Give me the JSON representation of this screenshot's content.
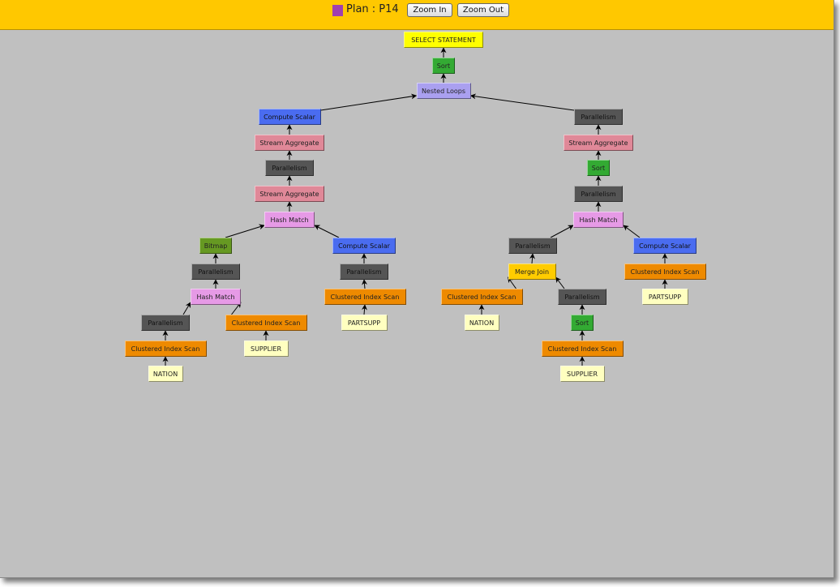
{
  "header": {
    "plan_label": "Plan : P14",
    "zoom_in": "Zoom In",
    "zoom_out": "Zoom Out",
    "plan_color": "#a040b0"
  },
  "colors": {
    "select": "#ffff00",
    "sort": "#33aa33",
    "nested": "#aaa0f0",
    "compute": "#4a6cf0",
    "stream": "#e08898",
    "parallel": "#555555",
    "hash": "#e69ae6",
    "bitmap": "#669922",
    "scan": "#ee8a00",
    "table": "#ffffc0",
    "merge": "#ffcc00"
  },
  "nodes": [
    {
      "id": "n0",
      "label": "SELECT STATEMENT",
      "kind": "select",
      "parent": null
    },
    {
      "id": "n1",
      "label": "Sort",
      "kind": "sort",
      "parent": "n0"
    },
    {
      "id": "n2",
      "label": "Nested Loops",
      "kind": "nested",
      "parent": "n1"
    },
    {
      "id": "n3",
      "label": "Compute Scalar",
      "kind": "compute",
      "parent": "n2"
    },
    {
      "id": "n4",
      "label": "Stream Aggregate",
      "kind": "stream",
      "parent": "n3"
    },
    {
      "id": "n5",
      "label": "Parallelism",
      "kind": "parallel",
      "parent": "n4"
    },
    {
      "id": "n6",
      "label": "Stream Aggregate",
      "kind": "stream",
      "parent": "n5"
    },
    {
      "id": "n7",
      "label": "Hash Match",
      "kind": "hash",
      "parent": "n6"
    },
    {
      "id": "n8",
      "label": "Bitmap",
      "kind": "bitmap",
      "parent": "n7"
    },
    {
      "id": "n9",
      "label": "Parallelism",
      "kind": "parallel",
      "parent": "n8"
    },
    {
      "id": "n10",
      "label": "Hash Match",
      "kind": "hash",
      "parent": "n9"
    },
    {
      "id": "n11",
      "label": "Parallelism",
      "kind": "parallel",
      "parent": "n10"
    },
    {
      "id": "n12",
      "label": "Clustered Index Scan",
      "kind": "scan",
      "parent": "n11"
    },
    {
      "id": "n13",
      "label": "NATION",
      "kind": "table",
      "parent": "n12"
    },
    {
      "id": "n14",
      "label": "Clustered Index Scan",
      "kind": "scan",
      "parent": "n10"
    },
    {
      "id": "n15",
      "label": "SUPPLIER",
      "kind": "table",
      "parent": "n14"
    },
    {
      "id": "n16",
      "label": "Compute Scalar",
      "kind": "compute",
      "parent": "n7"
    },
    {
      "id": "n17",
      "label": "Parallelism",
      "kind": "parallel",
      "parent": "n16"
    },
    {
      "id": "n18",
      "label": "Clustered Index Scan",
      "kind": "scan",
      "parent": "n17"
    },
    {
      "id": "n19",
      "label": "PARTSUPP",
      "kind": "table",
      "parent": "n18"
    },
    {
      "id": "n20",
      "label": "Parallelism",
      "kind": "parallel",
      "parent": "n2"
    },
    {
      "id": "n21",
      "label": "Stream Aggregate",
      "kind": "stream",
      "parent": "n20"
    },
    {
      "id": "n22",
      "label": "Sort",
      "kind": "sort",
      "parent": "n21"
    },
    {
      "id": "n23",
      "label": "Parallelism",
      "kind": "parallel",
      "parent": "n22"
    },
    {
      "id": "n24",
      "label": "Hash Match",
      "kind": "hash",
      "parent": "n23"
    },
    {
      "id": "n25",
      "label": "Parallelism",
      "kind": "parallel",
      "parent": "n24"
    },
    {
      "id": "n26",
      "label": "Merge Join",
      "kind": "merge",
      "parent": "n25"
    },
    {
      "id": "n27",
      "label": "Clustered Index Scan",
      "kind": "scan",
      "parent": "n26"
    },
    {
      "id": "n28",
      "label": "NATION",
      "kind": "table",
      "parent": "n27"
    },
    {
      "id": "n29",
      "label": "Parallelism",
      "kind": "parallel",
      "parent": "n26"
    },
    {
      "id": "n30",
      "label": "Sort",
      "kind": "sort",
      "parent": "n29"
    },
    {
      "id": "n31",
      "label": "Clustered Index Scan",
      "kind": "scan",
      "parent": "n30"
    },
    {
      "id": "n32",
      "label": "SUPPLIER",
      "kind": "table",
      "parent": "n31"
    },
    {
      "id": "n33",
      "label": "Compute Scalar",
      "kind": "compute",
      "parent": "n24"
    },
    {
      "id": "n34",
      "label": "Clustered Index Scan",
      "kind": "scan",
      "parent": "n33"
    },
    {
      "id": "n35",
      "label": "PARTSUPP",
      "kind": "table",
      "parent": "n34"
    }
  ]
}
